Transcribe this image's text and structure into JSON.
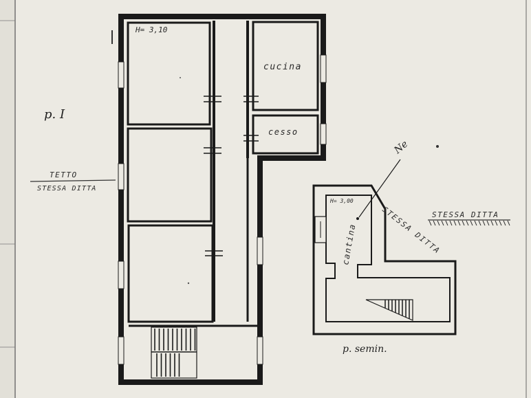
{
  "first_floor": {
    "level": "p. I",
    "height": "H= 3,10",
    "room_kitchen": "cucina",
    "room_wc": "cesso"
  },
  "west_side": {
    "line1": "TETTO",
    "line2": "STESSA DITTA"
  },
  "basement": {
    "level": "p. semin.",
    "height": "H= 3,00",
    "room_cellar": "cantina",
    "north_mark": "Ne",
    "adjacent_diagonal": "STESSA DITTA",
    "adjacent_horizontal": "STESSA DITTA"
  }
}
